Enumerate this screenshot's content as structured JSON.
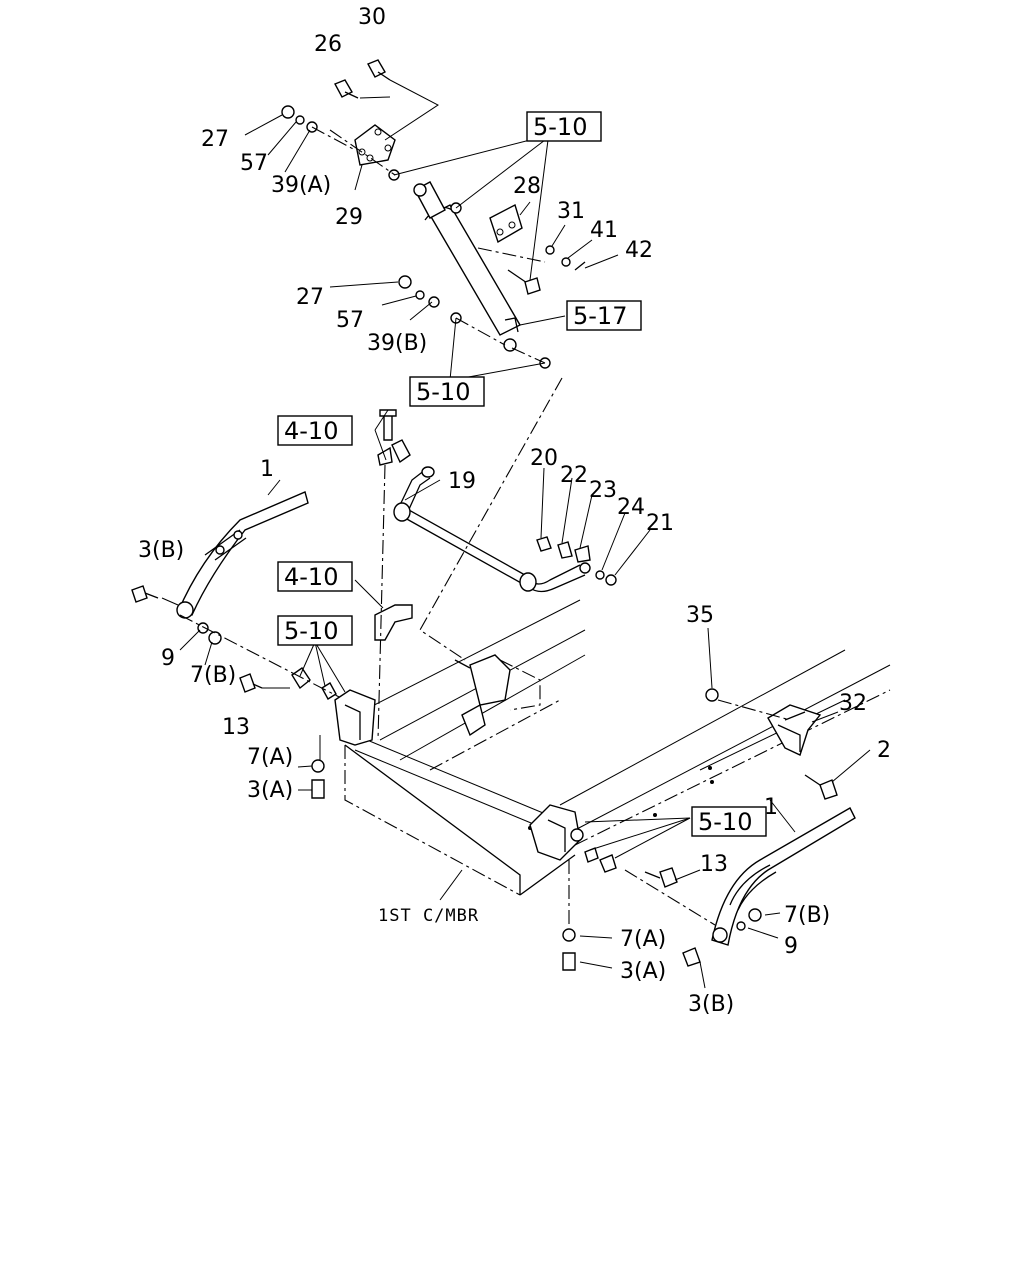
{
  "diagram": {
    "caption": "1ST C/MBR",
    "labels": {
      "l30": "30",
      "l26": "26",
      "l27a": "27",
      "l57a": "57",
      "l39a": "39(A)",
      "l29": "29",
      "l28": "28",
      "l31": "31",
      "l41": "41",
      "l42": "42",
      "l27b": "27",
      "l57b": "57",
      "l39b": "39(B)",
      "l20": "20",
      "l22": "22",
      "l23": "23",
      "l24": "24",
      "l21": "21",
      "l19": "19",
      "l1a": "1",
      "l3ba": "3(B)",
      "l9a": "9",
      "l7ba": "7(B)",
      "l13a": "13",
      "l7aa": "7(A)",
      "l3aa": "3(A)",
      "l35": "35",
      "l32": "32",
      "l2": "2",
      "l1b": "1",
      "l13b": "13",
      "l7bb": "7(B)",
      "l9b": "9",
      "l7ab": "7(A)",
      "l3ab": "3(A)",
      "l3bb": "3(B)"
    },
    "refs": {
      "r510a": "5-10",
      "r517": "5-17",
      "r510b": "5-10",
      "r410a": "4-10",
      "r410b": "4-10",
      "r510c": "5-10",
      "r510d": "5-10"
    }
  }
}
